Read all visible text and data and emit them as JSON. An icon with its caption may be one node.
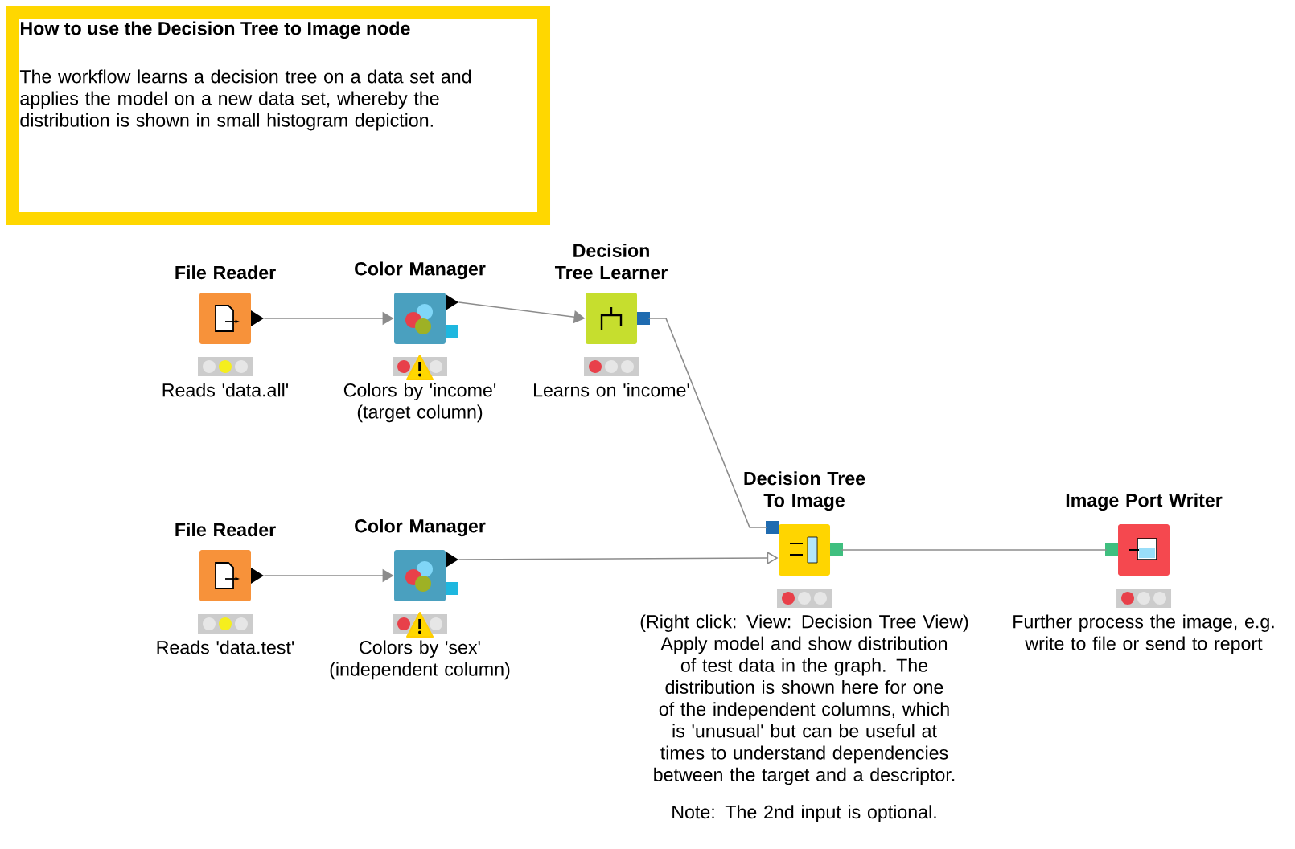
{
  "diagram": {
    "nodes": [
      {
        "text": [
          "How to use the Decision Tree to Image node",
          "The workflow learns a decision tree on a data set and applies the model on a new data set, whereby the distribution is shown in small histogram depiction."
        ]
      },
      {
        "text": [
          "File Reader"
        ],
        "beside": [
          "Reads 'data.all'"
        ]
      },
      {
        "text": [
          "Color Manager"
        ],
        "beside": [
          "Colors by 'income' (target column)"
        ]
      },
      {
        "text": [
          "Decision Tree Learner"
        ],
        "beside": [
          "Learns on 'income'"
        ]
      },
      {
        "text": [
          "File Reader"
        ],
        "beside": [
          "Reads 'data.test'"
        ]
      },
      {
        "text": [
          "Color Manager"
        ],
        "beside": [
          "Colors by 'sex' (independent column)"
        ]
      },
      {
        "text": [
          "Decision Tree To Image"
        ],
        "beside": [
          "(Right click: View: Decision Tree View) Apply model and show distribution of test data in the graph. The distribution is shown here for one of the independent columns, which is 'unusual' but can be useful at times to understand dependencies between the target and a descriptor.",
          "Note: The 2nd input is optional."
        ]
      },
      {
        "text": [
          "Image Port Writer"
        ],
        "beside": [
          "Further process the image, e.g. write to file or send to report"
        ]
      }
    ],
    "edges": [
      {
        "from": 1,
        "to": 2,
        "arrow": "to"
      },
      {
        "from": 2,
        "to": 3,
        "arrow": "to"
      },
      {
        "from": 3,
        "to": 6,
        "arrow": "none"
      },
      {
        "from": 4,
        "to": 5,
        "arrow": "to"
      },
      {
        "from": 5,
        "to": 6,
        "arrow": "to"
      },
      {
        "from": 6,
        "to": 7,
        "arrow": "none"
      }
    ]
  }
}
